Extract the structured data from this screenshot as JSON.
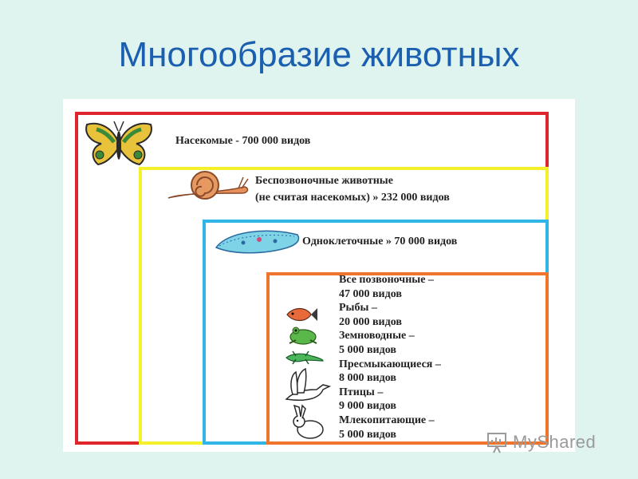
{
  "slide": {
    "title": "Многообразие животных"
  },
  "diagram": {
    "insects": "Насекомые - 700 000 видов",
    "invertebrates_line1": "Беспозвоночные животные",
    "invertebrates_line2": "(не считая насекомых) » 232 000 видов",
    "unicellular": "Одноклеточные » 70 000 видов",
    "vertebrates": [
      "Все позвоночные –",
      "47 000 видов",
      "Рыбы –",
      "20 000 видов",
      "Земноводные –",
      "5 000 видов",
      "Пресмыкающиеся –",
      "8 000 видов",
      "Птицы –",
      "9 000 видов",
      "Млекопитающие –",
      "5 000 видов"
    ],
    "box_colors": {
      "insects": "#e0242b",
      "invertebrates": "#f6f02a",
      "unicellular": "#2fb6e6",
      "vertebrates": "#f0742b"
    },
    "icons": [
      "butterfly-icon",
      "snail-icon",
      "paramecium-icon",
      "fish-icon",
      "frog-icon",
      "lizard-icon",
      "bird-icon",
      "rabbit-icon"
    ]
  },
  "watermark": {
    "text": "MyShared"
  }
}
